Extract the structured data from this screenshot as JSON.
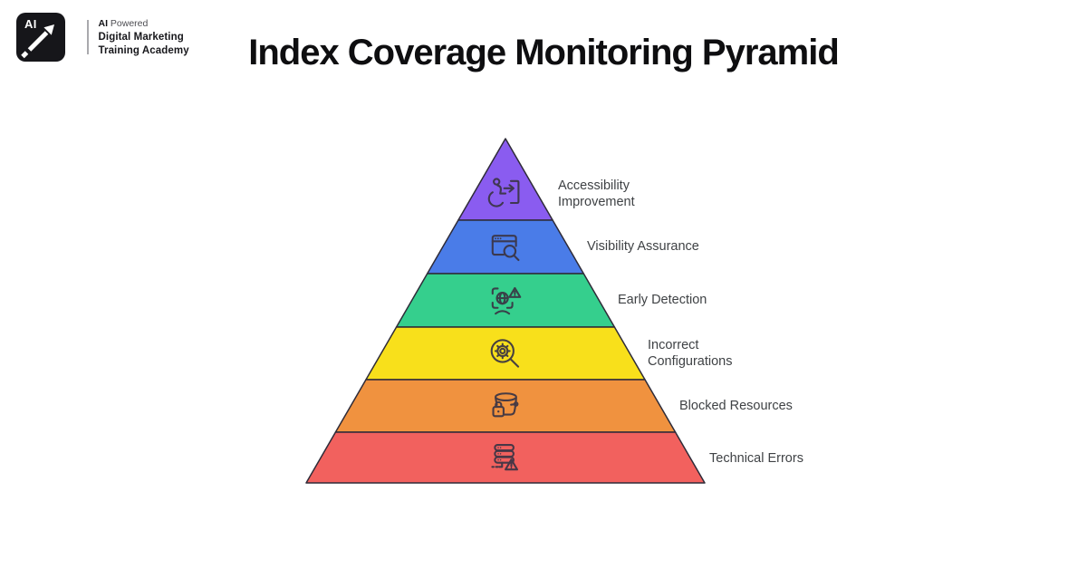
{
  "title": "Index Coverage Monitoring Pyramid",
  "logo": {
    "badge": "AI",
    "tagline_bold": "AI",
    "tagline_rest": " Powered",
    "name_line1": "Digital Marketing",
    "name_line2": "Training Academy"
  },
  "pyramid": {
    "type": "pyramid",
    "levels": [
      {
        "rank": 1,
        "label": "Accessibility\nImprovement",
        "color": "#8a5cf0",
        "icon": "wheelchair-accessibility-icon"
      },
      {
        "rank": 2,
        "label": "Visibility Assurance",
        "color": "#4a7ce8",
        "icon": "browser-search-icon"
      },
      {
        "rank": 3,
        "label": "Early Detection",
        "color": "#35cf8d",
        "icon": "globe-scan-alert-icon"
      },
      {
        "rank": 4,
        "label": "Incorrect\nConfigurations",
        "color": "#f8e01b",
        "icon": "gear-magnifier-icon"
      },
      {
        "rank": 5,
        "label": "Blocked Resources",
        "color": "#f0923f",
        "icon": "bucket-lock-icon"
      },
      {
        "rank": 6,
        "label": "Technical Errors",
        "color": "#f2615e",
        "icon": "server-alert-icon"
      }
    ],
    "outline_color": "#2e2b38",
    "icon_stroke_color": "#3a3444"
  }
}
